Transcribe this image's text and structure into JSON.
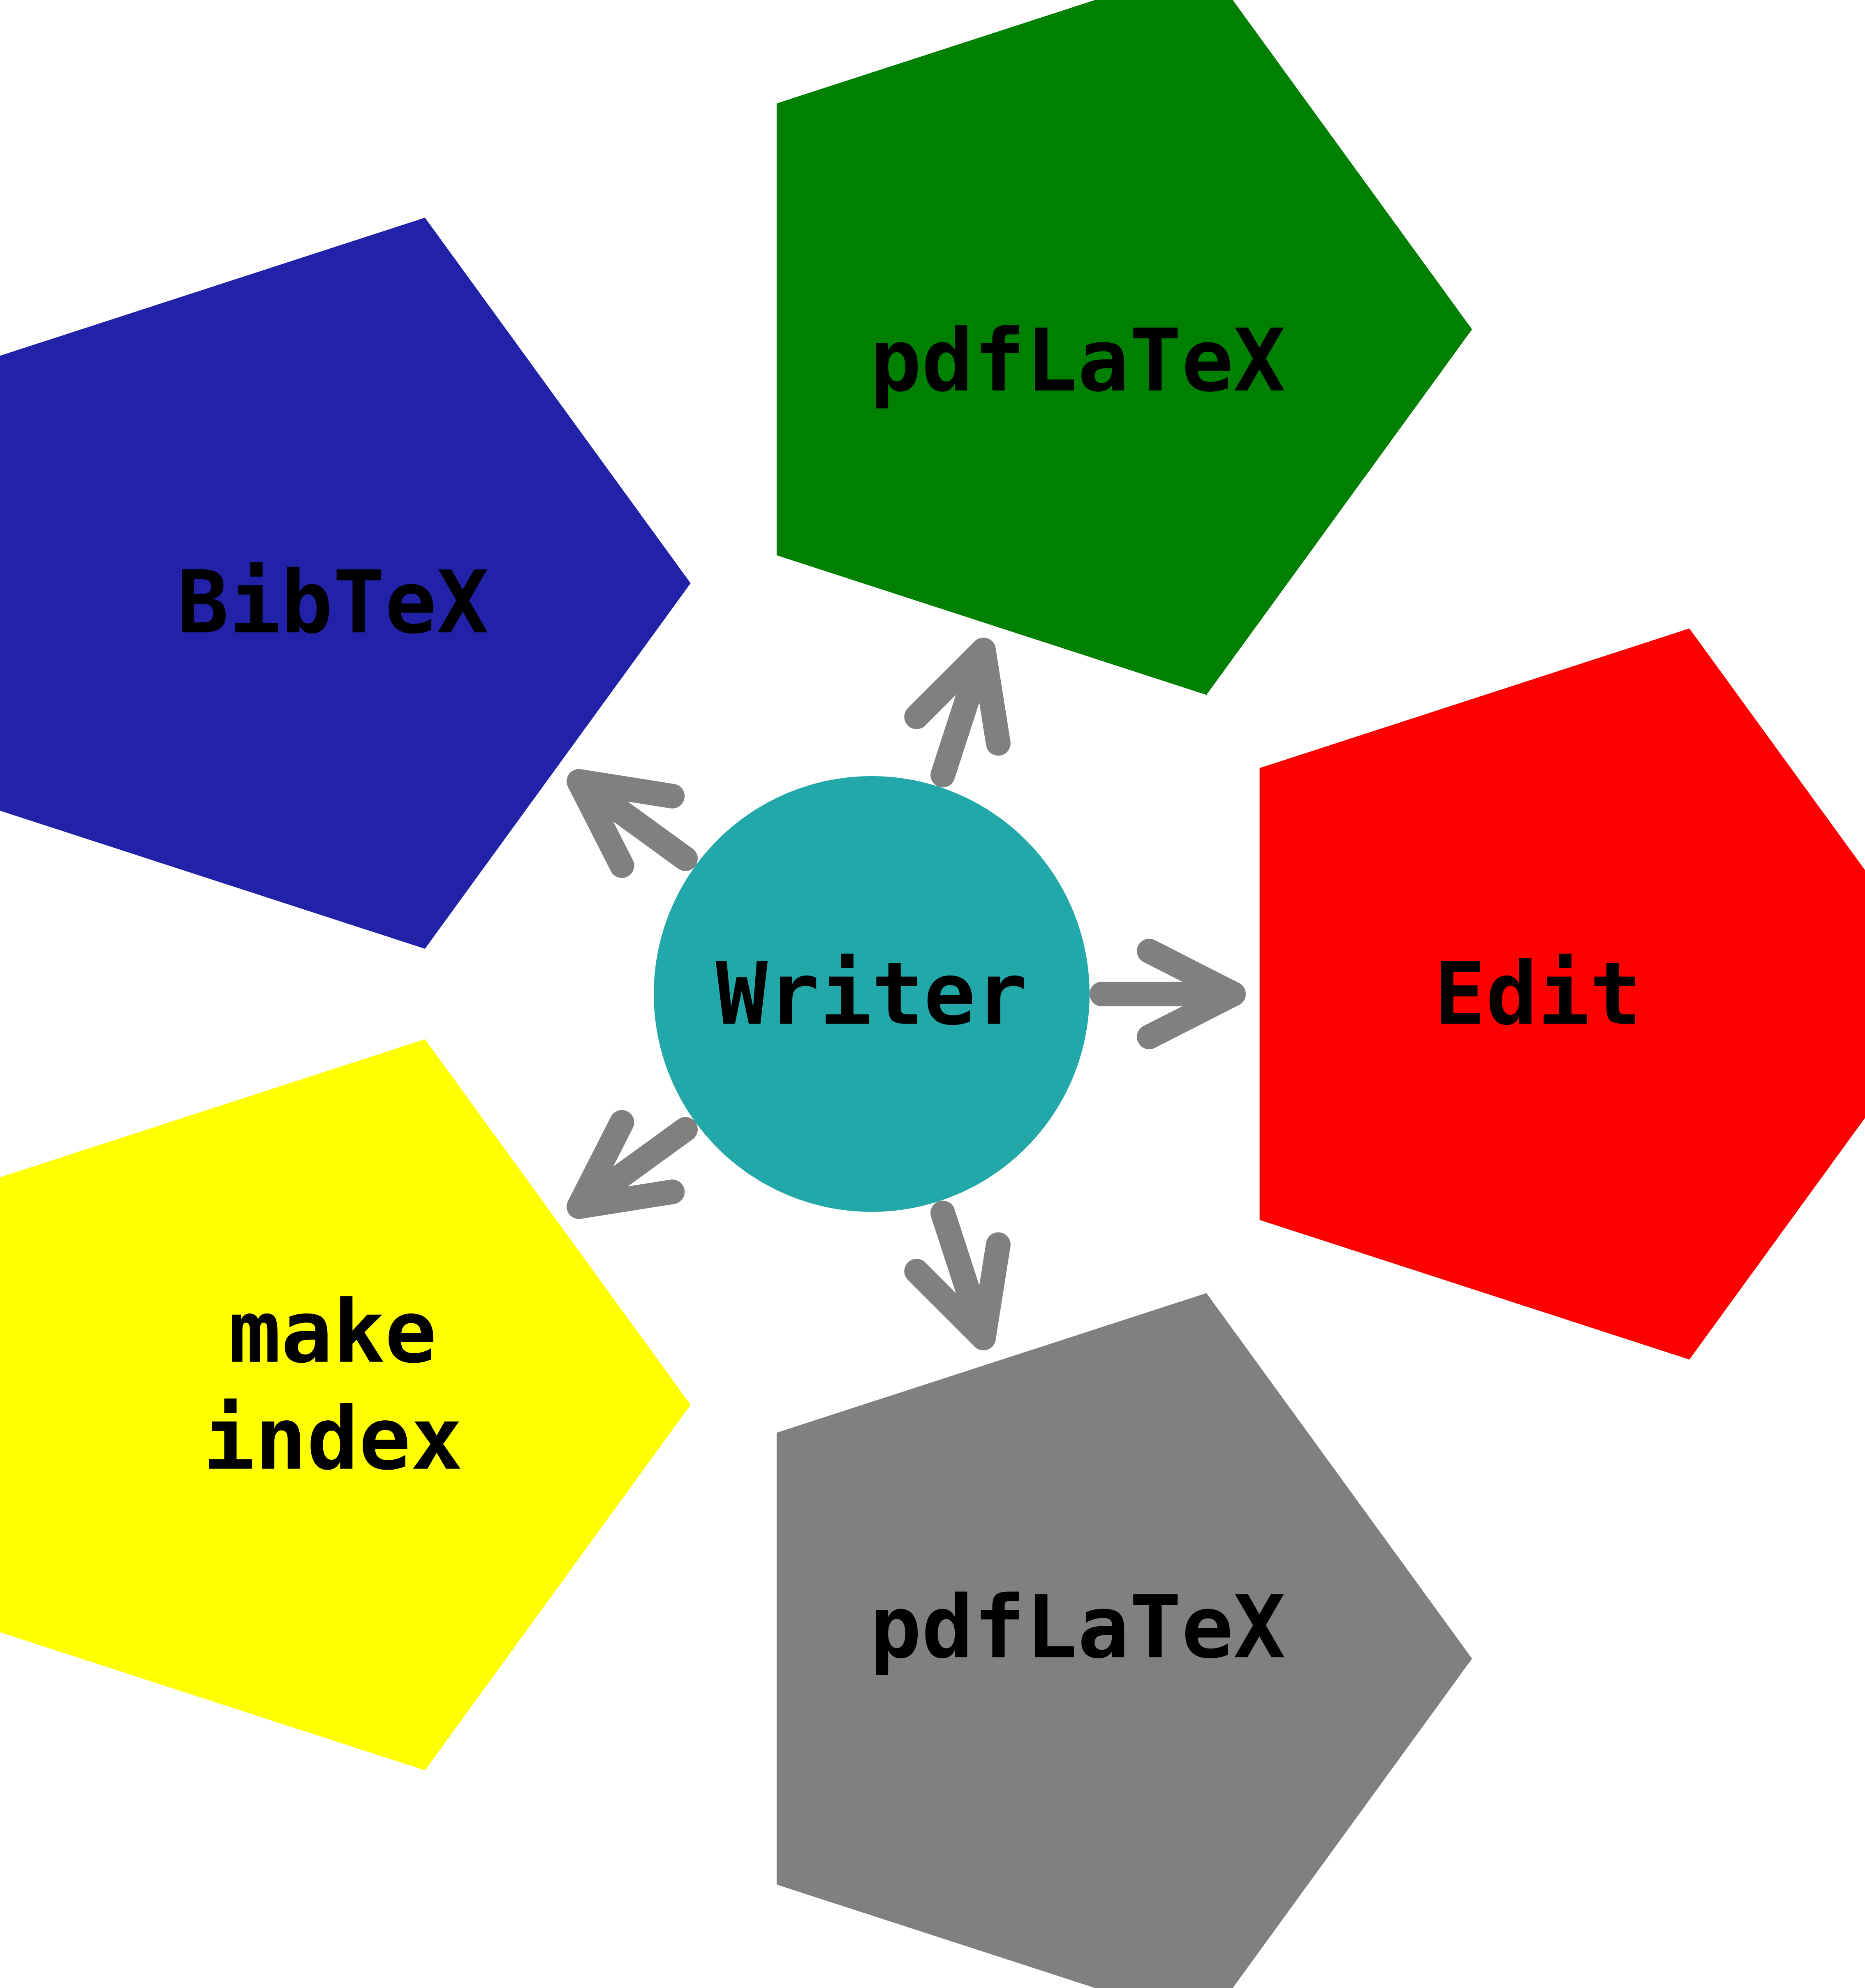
{
  "center": {
    "label": "Writer",
    "color": "#23a8aa"
  },
  "arrow_color": "#808080",
  "nodes": [
    {
      "id": "edit",
      "lines": [
        "Edit"
      ],
      "color": "#ff0000"
    },
    {
      "id": "pdflatex-top",
      "lines": [
        "pdfLaTeX"
      ],
      "color": "#008000"
    },
    {
      "id": "bibtex",
      "lines": [
        "BibTeX"
      ],
      "color": "#2222a8"
    },
    {
      "id": "makeindex",
      "lines": [
        "make",
        "index"
      ],
      "color": "#ffff00"
    },
    {
      "id": "pdflatex-bottom",
      "lines": [
        "pdfLaTeX"
      ],
      "color": "#808080"
    }
  ]
}
